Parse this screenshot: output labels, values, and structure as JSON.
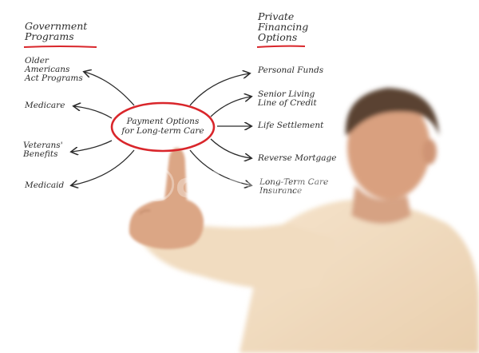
{
  "headings": {
    "left": "Government\nPrograms",
    "right": "Private\nFinancing\nOptions"
  },
  "center": "Payment Options\nfor Long-term Care",
  "left_items": [
    "Older\nAmericans\nAct Programs",
    "Medicare",
    "Veterans'\nBenefits",
    "Medicaid"
  ],
  "right_items": [
    "Personal Funds",
    "Senior Living\nLine of Credit",
    "Life Settlement",
    "Reverse Mortgage",
    "Long-Term Care\nInsurance"
  ],
  "watermark": "ⓒclickart",
  "colors": {
    "accent_red": "#d9262b",
    "ink": "#2a2a2a",
    "shirt": "#f3dcc0",
    "skin": "#d9a07f"
  }
}
